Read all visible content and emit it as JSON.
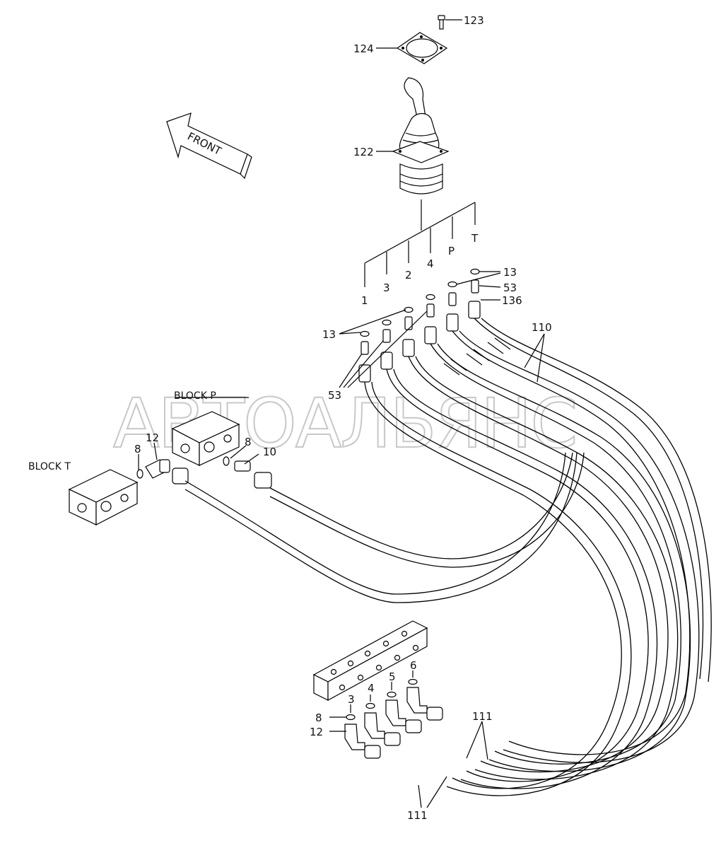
{
  "watermark": "АВТОАЛЬЯНС",
  "front_arrow_label": "FRONT",
  "blocks": {
    "block_p": "BLOCK P",
    "block_t": "BLOCK T"
  },
  "port_labels": {
    "p1": "1",
    "p3": "3",
    "p2": "2",
    "p4": "4",
    "pP": "P",
    "pT": "T"
  },
  "manifold_ports": {
    "m3": "3",
    "m4": "4",
    "m5": "5",
    "m6": "6"
  },
  "callouts": {
    "c123": "123",
    "c124": "124",
    "c122": "122",
    "c13_top": "13",
    "c53_top": "53",
    "c136": "136",
    "c13_left": "13",
    "c53_left": "53",
    "c110": "110",
    "c8_left": "8",
    "c12_left": "12",
    "c8_mid": "8",
    "c10": "10",
    "c8_bottom": "8",
    "c12_bottom": "12",
    "c111_right": "111",
    "c111_bottom": "111"
  }
}
